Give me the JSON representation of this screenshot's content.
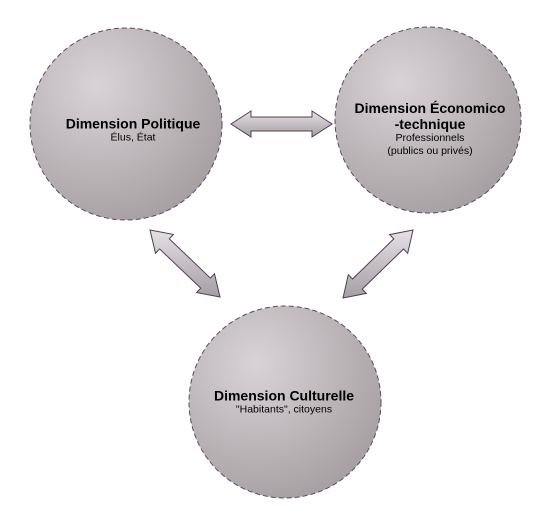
{
  "nodes": {
    "politique": {
      "title_lines": [
        "Dimension Politique"
      ],
      "sub_lines": [
        "Élus, État"
      ]
    },
    "economique": {
      "title_lines": [
        "Dimension Économico",
        "-technique"
      ],
      "sub_lines": [
        "Professionnels",
        "(publics ou privés)"
      ]
    },
    "culturelle": {
      "title_lines": [
        "Dimension Culturelle"
      ],
      "sub_lines": [
        "\"Habitants\", citoyens"
      ]
    }
  },
  "colors": {
    "circle_light": "#d9d3d7",
    "circle_dark": "#a39c9f",
    "circle_stroke": "#5a4a6a",
    "arrow_light": "#e6e1e4",
    "arrow_dark": "#a59ea2",
    "arrow_stroke": "#4f3d5c"
  },
  "arrows": [
    {
      "name": "arrow-politique-economique",
      "style": "double-headed"
    },
    {
      "name": "arrow-politique-culturelle",
      "style": "double-headed"
    },
    {
      "name": "arrow-economique-culturelle",
      "style": "double-headed"
    }
  ]
}
